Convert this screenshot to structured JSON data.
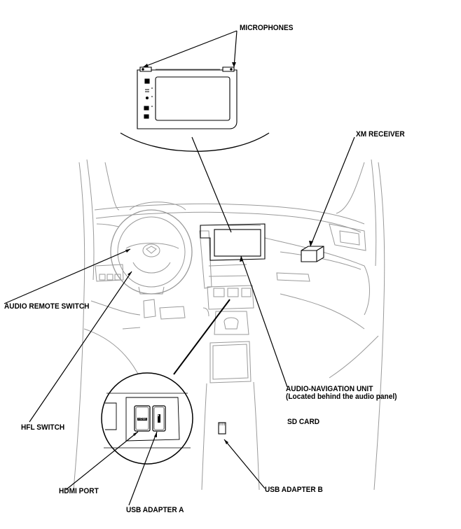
{
  "labels": {
    "microphones": "MICROPHONES",
    "xm_receiver": "XM RECEIVER",
    "audio_remote_switch": "AUDIO REMOTE SWITCH",
    "audio_nav_unit": "AUDIO-NAVIGATION UNIT",
    "audio_nav_note": "(Located behind the audio panel)",
    "sd_card": "SD CARD",
    "hfl_switch": "HFL  SWITCH",
    "hdmi_port": "HDMI PORT",
    "usb_adapter_a": "USB ADAPTER A",
    "usb_adapter_b": "USB ADAPTER B"
  },
  "port_marks": {
    "hdmi": "HDMI",
    "usb": "⇆"
  },
  "colors": {
    "line": "#000000",
    "faint_line": "#9a9a9a",
    "background": "#ffffff"
  }
}
